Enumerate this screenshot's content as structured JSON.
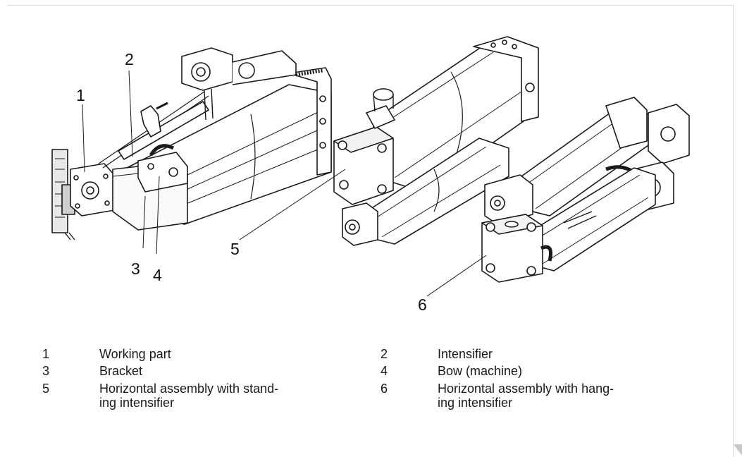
{
  "figure": {
    "callouts": [
      "1",
      "2",
      "3",
      "4",
      "5",
      "6"
    ]
  },
  "legend": {
    "items": [
      {
        "number": "1",
        "text": "Working part"
      },
      {
        "number": "2",
        "text": "Intensifier"
      },
      {
        "number": "3",
        "text": "Bracket"
      },
      {
        "number": "4",
        "text": "Bow (machine)"
      },
      {
        "number": "5",
        "text": "Horizontal assembly with stand-",
        "text2": "ing intensifier"
      },
      {
        "number": "6",
        "text": "Horizontal assembly with hang-",
        "text2": "ing intensifier"
      }
    ]
  }
}
